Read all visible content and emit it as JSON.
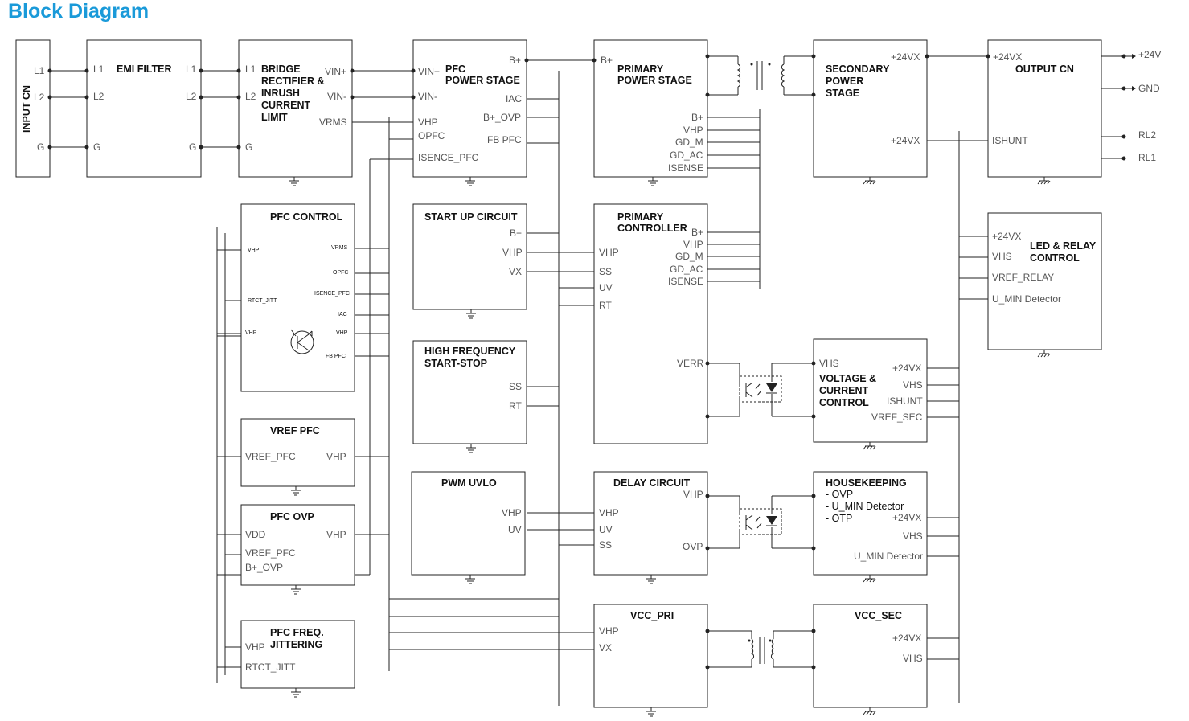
{
  "title": "Block Diagram",
  "blocks": {
    "input_cn": {
      "title": "INPUT CN",
      "pins": [
        "L1",
        "L2",
        "G"
      ]
    },
    "emi_filter": {
      "title": "EMI FILTER",
      "pins_in": [
        "L1",
        "L2",
        "G"
      ],
      "pins_out": [
        "L1",
        "L2",
        "G"
      ]
    },
    "bridge": {
      "title": [
        "BRIDGE",
        "RECTIFIER &",
        "INRUSH",
        "CURRENT",
        "LIMIT"
      ],
      "pins_in": [
        "L1",
        "L2",
        "G"
      ],
      "pins_out": [
        "VIN+",
        "VIN-",
        "VRMS"
      ]
    },
    "pfc_power": {
      "title": [
        "PFC",
        "POWER STAGE"
      ],
      "pins_in": [
        "VIN+",
        "VIN-",
        "VHP",
        "OPFC",
        "ISENCE_PFC"
      ],
      "pins_out": [
        "B+",
        "IAC",
        "B+_OVP",
        "FB PFC"
      ]
    },
    "primary_power": {
      "title": [
        "PRIMARY",
        "POWER STAGE"
      ],
      "pins_in": [
        "B+"
      ],
      "pins_out": [
        "B+",
        "VHP",
        "GD_M",
        "GD_AC",
        "ISENSE"
      ]
    },
    "secondary_power": {
      "title": [
        "SECONDARY",
        "POWER",
        "STAGE"
      ],
      "pins_out": [
        "+24VX",
        "+24VX"
      ]
    },
    "output_cn": {
      "title": "OUTPUT CN",
      "pins_in": [
        "+24VX",
        "ISHUNT"
      ],
      "ext": [
        "+24V",
        "GND",
        "RL2",
        "RL1"
      ]
    },
    "pfc_control": {
      "title": "PFC CONTROL",
      "pins_left": [
        "VHP",
        "RTCT_JITT",
        "VHP"
      ],
      "pins_right": [
        "VRMS",
        "OPFC",
        "ISENCE_PFC",
        "IAC",
        "VHP",
        "FB PFC"
      ]
    },
    "startup": {
      "title": "START UP CIRCUIT",
      "pins": [
        "B+",
        "VHP",
        "VX"
      ]
    },
    "primary_ctrl": {
      "title": [
        "PRIMARY",
        "CONTROLLER"
      ],
      "pins_in": [
        "VHP",
        "SS",
        "UV",
        "RT"
      ],
      "pins_out": [
        "B+",
        "VHP",
        "GD_M",
        "GD_AC",
        "ISENSE",
        "VERR"
      ]
    },
    "led_relay": {
      "title": [
        "LED & RELAY",
        "CONTROL"
      ],
      "pins": [
        "+24VX",
        "VHS",
        "VREF_RELAY",
        "U_MIN Detector"
      ]
    },
    "hf_startstop": {
      "title": [
        "HIGH FREQUENCY",
        "START-STOP"
      ],
      "pins": [
        "SS",
        "RT"
      ]
    },
    "vc_control": {
      "title": [
        "VOLTAGE &",
        "CURRENT",
        "CONTROL"
      ],
      "pins_in": [
        "VHS"
      ],
      "pins_out": [
        "+24VX",
        "VHS",
        "ISHUNT",
        "VREF_SEC"
      ]
    },
    "vref_pfc": {
      "title": "VREF PFC",
      "pins": [
        "VREF_PFC",
        "VHP"
      ]
    },
    "pfc_ovp": {
      "title": "PFC OVP",
      "pins": [
        "VDD",
        "VHP",
        "VREF_PFC",
        "B+_OVP"
      ]
    },
    "pwm_uvlo": {
      "title": "PWM UVLO",
      "pins": [
        "VHP",
        "UV"
      ]
    },
    "delay": {
      "title": "DELAY CIRCUIT",
      "pins_in": [
        "VHP",
        "UV",
        "SS"
      ],
      "pins_out": [
        "VHP",
        "OVP"
      ]
    },
    "housekeeping": {
      "title": [
        "HOUSEKEEPING",
        "- OVP",
        "- U_MIN Detector",
        "- OTP"
      ],
      "pins": [
        "+24VX",
        "VHS",
        "U_MIN Detector"
      ]
    },
    "pfc_freq": {
      "title": [
        "PFC FREQ.",
        "JITTERING"
      ],
      "pins": [
        "VHP",
        "RTCT_JITT"
      ]
    },
    "vcc_pri": {
      "title": "VCC_PRI",
      "pins": [
        "VHP",
        "VX"
      ]
    },
    "vcc_sec": {
      "title": "VCC_SEC",
      "pins": [
        "+24VX",
        "VHS"
      ]
    }
  }
}
